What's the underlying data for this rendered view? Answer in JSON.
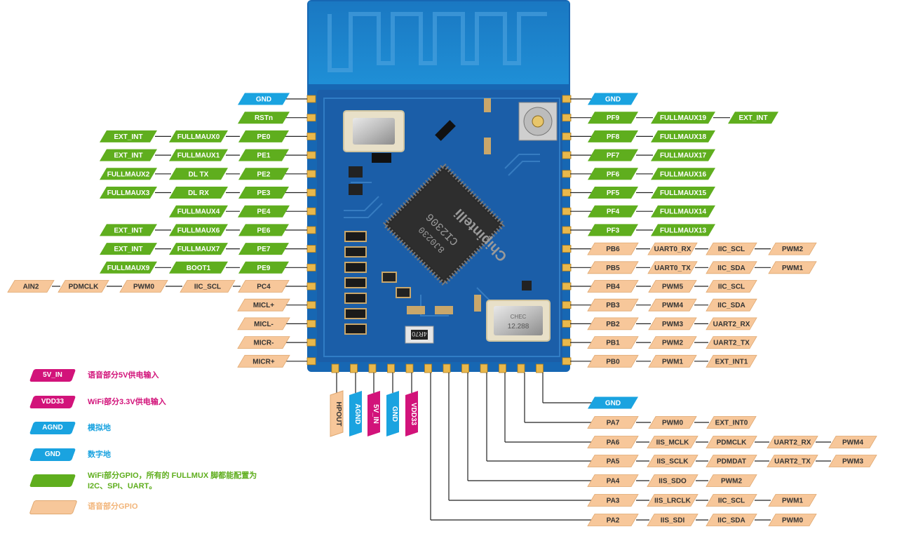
{
  "colors": {
    "green": "#5fae1e",
    "blue": "#1aa3e0",
    "magenta": "#d2137a",
    "peach": "#f7c79a",
    "peach_text": "#333333",
    "board_blue": "#1767b3"
  },
  "chip": {
    "marking_brand": "Chipintelli",
    "marking_part": "CI2306",
    "marking_code": "8J0230",
    "crystal_label": "12.288",
    "crystal_top": "CHEC",
    "resistor_label": "4R70"
  },
  "left_rows": [
    [
      "GND"
    ],
    [
      "RSTn"
    ],
    [
      "PE0",
      "FULLMAUX0",
      "EXT_INT"
    ],
    [
      "PE1",
      "FULLMAUX1",
      "EXT_INT"
    ],
    [
      "PE2",
      "DL TX",
      "FULLMAUX2"
    ],
    [
      "PE3",
      "DL RX",
      "FULLMAUX3"
    ],
    [
      "PE4",
      "FULLMAUX4"
    ],
    [
      "PE6",
      "FULLMAUX6",
      "EXT_INT"
    ],
    [
      "PE7",
      "FULLMAUX7",
      "EXT_INT"
    ],
    [
      "PE9",
      "BOOT1",
      "FULLMAUX9"
    ],
    [
      "PC4",
      "IIC_SCL",
      "PWM0",
      "PDMCLK",
      "AIN2"
    ],
    [
      "MICL+"
    ],
    [
      "MICL-"
    ],
    [
      "MICR-"
    ],
    [
      "MICR+"
    ]
  ],
  "right_rows": [
    [
      "GND"
    ],
    [
      "PF9",
      "FULLMAUX19",
      "EXT_INT"
    ],
    [
      "PF8",
      "FULLMAUX18"
    ],
    [
      "PF7",
      "FULLMAUX17"
    ],
    [
      "PF6",
      "FULLMAUX16"
    ],
    [
      "PF5",
      "FULLMAUX15"
    ],
    [
      "PF4",
      "FULLMAUX14"
    ],
    [
      "PF3",
      "FULLMAUX13"
    ],
    [
      "PB6",
      "UART0_RX",
      "IIC_SCL",
      "PWM2"
    ],
    [
      "PB5",
      "UART0_TX",
      "IIC_SDA",
      "PWM1"
    ],
    [
      "PB4",
      "PWM5",
      "IIC_SCL"
    ],
    [
      "PB3",
      "PWM4",
      "IIC_SDA"
    ],
    [
      "PB2",
      "PWM3",
      "UART2_RX"
    ],
    [
      "PB1",
      "PWM2",
      "UART2_TX"
    ],
    [
      "PB0",
      "PWM1",
      "EXT_INT1"
    ]
  ],
  "bottom_pins": [
    "HPOUT",
    "AGND",
    "5V_IN",
    "GND",
    "VDD33"
  ],
  "bottom_right_rows": [
    [
      "GND"
    ],
    [
      "PA7",
      "PWM0",
      "EXT_INT0"
    ],
    [
      "PA6",
      "IIS_MCLK",
      "PDMCLK",
      "UART2_RX",
      "PWM4"
    ],
    [
      "PA5",
      "IIS_SCLK",
      "PDMDAT",
      "UART2_TX",
      "PWM3"
    ],
    [
      "PA4",
      "IIS_SDO",
      "PWM2"
    ],
    [
      "PA3",
      "IIS_LRCLK",
      "IIC_SCL",
      "PWM1"
    ],
    [
      "PA2",
      "IIS_SDI",
      "IIC_SDA",
      "PWM0"
    ]
  ],
  "legend": [
    {
      "tag": "5V_IN",
      "text": "语音部分5V供电输入",
      "color": "magenta"
    },
    {
      "tag": "VDD33",
      "text": "WiFi部分3.3V供电输入",
      "color": "magenta"
    },
    {
      "tag": "AGND",
      "text": "模拟地",
      "color": "blue"
    },
    {
      "tag": "GND",
      "text": "数字地",
      "color": "blue"
    },
    {
      "tag": "",
      "text": "WiFi部分GPIO，所有的 FULLMUX 脚都能配置为",
      "text2": "I2C、SPI、UART。",
      "color": "green"
    },
    {
      "tag": "",
      "text": "语音部分GPIO",
      "color": "peach"
    }
  ]
}
